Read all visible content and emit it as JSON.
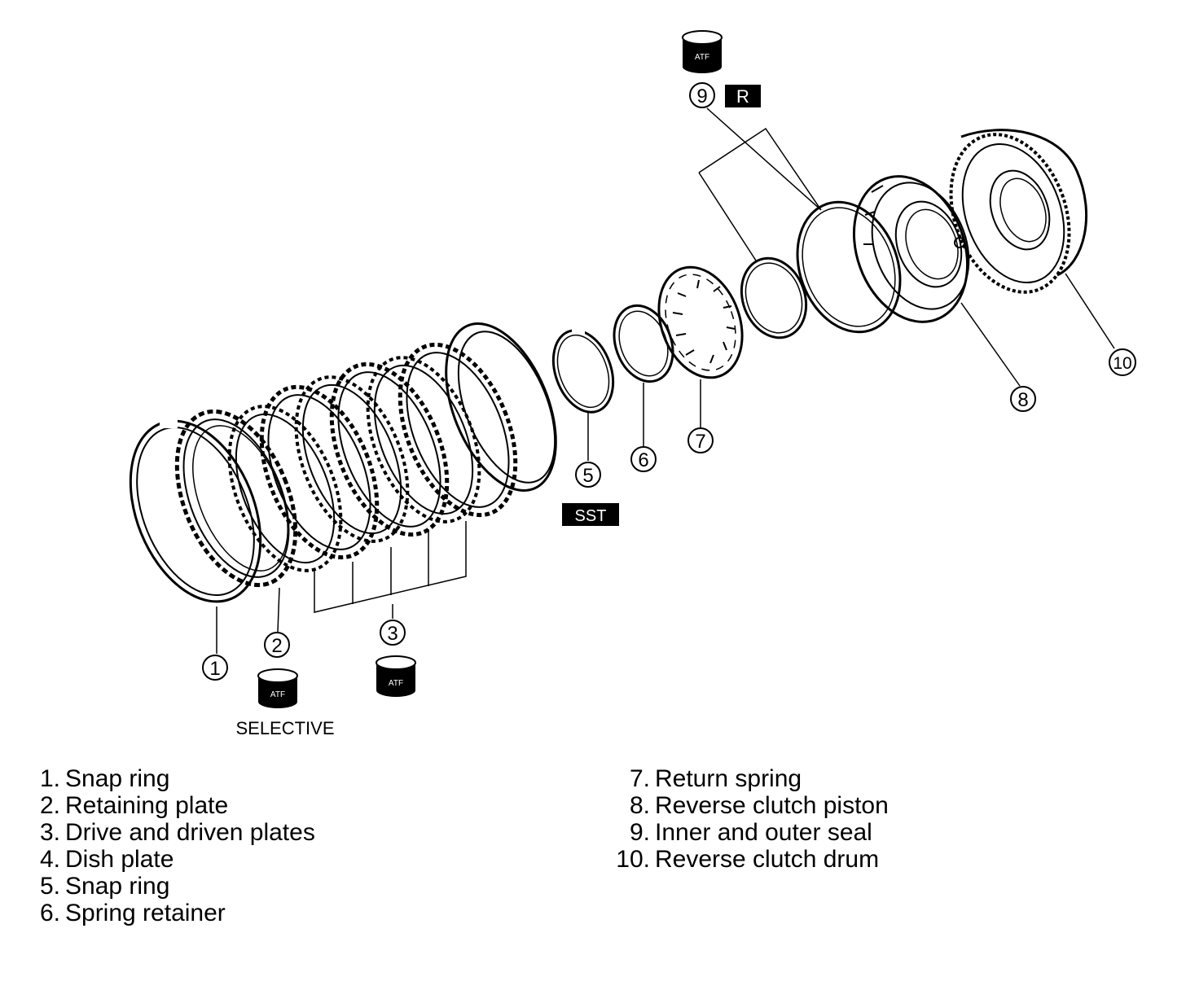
{
  "callouts": [
    {
      "id": "1",
      "label": "1"
    },
    {
      "id": "2",
      "label": "2"
    },
    {
      "id": "3",
      "label": "3"
    },
    {
      "id": "5",
      "label": "5"
    },
    {
      "id": "6",
      "label": "6"
    },
    {
      "id": "7",
      "label": "7"
    },
    {
      "id": "8",
      "label": "8"
    },
    {
      "id": "9",
      "label": "9"
    },
    {
      "id": "10",
      "label": "10"
    }
  ],
  "tags": {
    "atf": "ATF",
    "selective": "SELECTIVE",
    "sst": "SST",
    "replace": "R"
  },
  "legend": {
    "left": [
      {
        "num": "1.",
        "label": "Snap ring"
      },
      {
        "num": "2.",
        "label": "Retaining plate"
      },
      {
        "num": "3.",
        "label": "Drive and driven plates"
      },
      {
        "num": "4.",
        "label": "Dish plate"
      },
      {
        "num": "5.",
        "label": "Snap ring"
      },
      {
        "num": "6.",
        "label": "Spring retainer"
      }
    ],
    "right": [
      {
        "num": "7.",
        "label": "Return spring"
      },
      {
        "num": "8.",
        "label": "Reverse clutch piston"
      },
      {
        "num": "9.",
        "label": "Inner and outer seal"
      },
      {
        "num": "10.",
        "label": "Reverse clutch drum"
      }
    ]
  }
}
